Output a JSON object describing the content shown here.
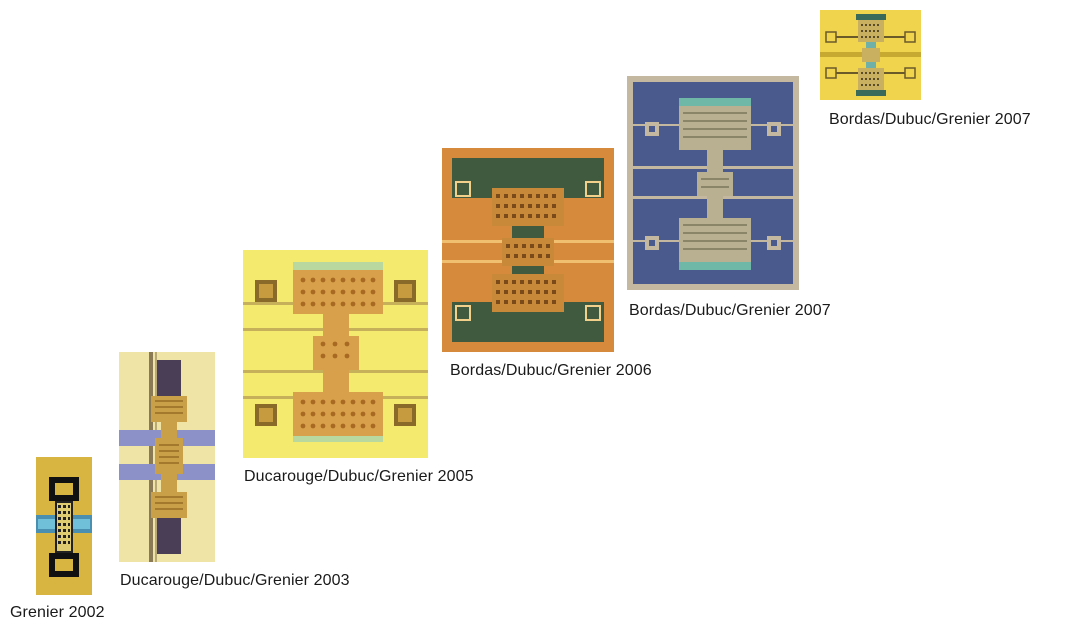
{
  "captions": {
    "g2002": "Grenier 2002",
    "d2003": "Ducarouge/Dubuc/Grenier 2003",
    "d2005": "Ducarouge/Dubuc/Grenier 2005",
    "b2006": "Bordas/Dubuc/Grenier 2006",
    "b2007a": "Bordas/Dubuc/Grenier  2007",
    "b2007b": "Bordas/Dubuc/Grenier 2007"
  },
  "colors": {
    "gold": "#d9b24a",
    "yellow": "#f2e86a",
    "navy": "#4a5a8a",
    "copper": "#c98a3a"
  }
}
